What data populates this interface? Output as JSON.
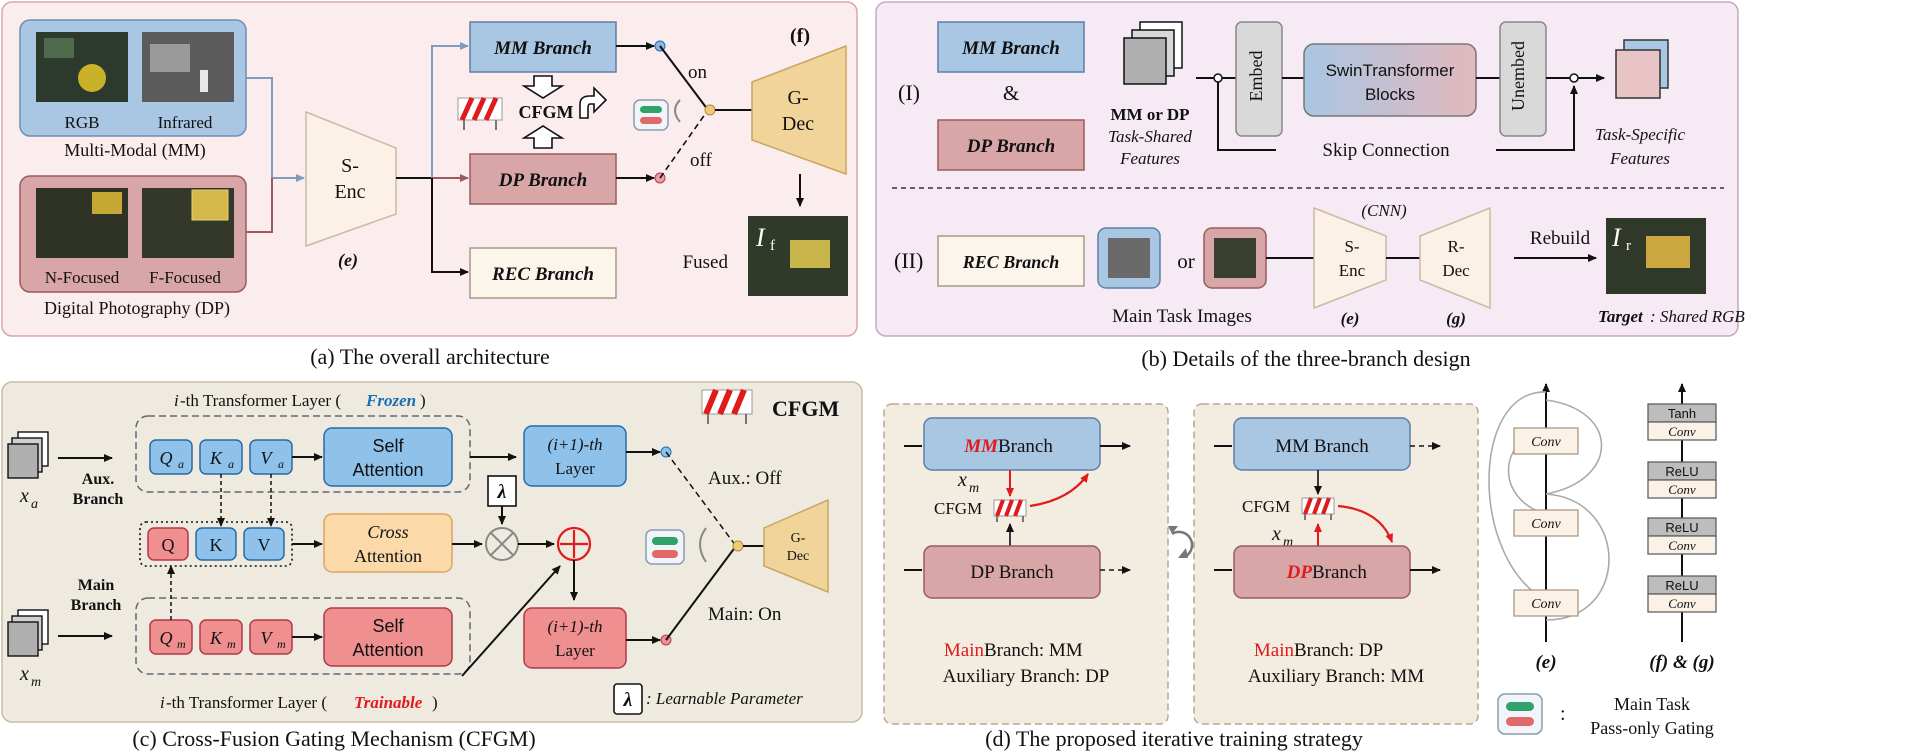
{
  "colors": {
    "mm_blue": "#a9c6e3",
    "dp_pink": "#d9a6a8",
    "panel_pink": "#fbecee",
    "panel_lilac": "#f6eaf5",
    "panel_beige": "#efeae0",
    "gdec_orange": "#f0d49a",
    "rec_cream": "#fbf5ec",
    "red_accent": "#e01b1b",
    "blue_accent": "#1a6fb3"
  },
  "a": {
    "caption": "(a) The overall architecture",
    "rgb": "RGB",
    "infrared": "Infrared",
    "mm_title": "Multi-Modal (MM)",
    "nfocused": "N-Focused",
    "ffocused": "F-Focused",
    "dp_title": "Digital Photography (DP)",
    "senc1": "S-",
    "senc2": "Enc",
    "e_label": "(e)",
    "mm_branch": "MM Branch",
    "dp_branch": "DP Branch",
    "rec_branch": "REC Branch",
    "cfgm": "CFGM",
    "on": "on",
    "off": "off",
    "f_label": "(f)",
    "gdec1": "G-",
    "gdec2": "Dec",
    "fused": "Fused",
    "if": "I",
    "if_sub": "f"
  },
  "b": {
    "caption": "(b) Details of the three-branch design",
    "roman1": "(I)",
    "roman2": "(II)",
    "mm_branch": "MM Branch",
    "amp": "&",
    "dp_branch": "DP Branch",
    "mm_or_dp": "MM or DP",
    "task_shared1": "Task-Shared",
    "task_shared2": "Features",
    "embed": "Embed",
    "swin1": "SwinTransformer",
    "swin2": "Blocks",
    "unembed": "Unembed",
    "skip": "Skip Connection",
    "task_specific1": "Task-Specific",
    "task_specific2": "Features",
    "cnn": "(CNN)",
    "rec_branch": "REC Branch",
    "or": "or",
    "main_task_images": "Main Task Images",
    "senc1": "S-",
    "senc2": "Enc",
    "rdec1": "R-",
    "rdec2": "Dec",
    "e_label": "(e)",
    "g_label": "(g)",
    "rebuild": "Rebuild",
    "ir": "I",
    "ir_sub": "r",
    "target_bold": "Target",
    "target_rest": ": Shared RGB"
  },
  "c": {
    "caption": "(c) Cross-Fusion Gating Mechanism (CFGM)",
    "frozen_pre": "i",
    "frozen_mid": "-th Transformer Layer (",
    "frozen_word": "Frozen",
    "frozen_post": ")",
    "trainable_pre": "i",
    "trainable_mid": "-th Transformer Layer (",
    "trainable_word": "Trainable",
    "trainable_post": ")",
    "cfgm": "CFGM",
    "aux1": "Aux.",
    "aux2": "Branch",
    "main1": "Main",
    "main2": "Branch",
    "xa": "x",
    "xa_sub": "a",
    "xm": "x",
    "xm_sub": "m",
    "qa": "Q",
    "ka": "K",
    "va": "V",
    "a_sub": "a",
    "q": "Q",
    "k": "K",
    "v": "V",
    "qm": "Q",
    "km": "K",
    "vm": "V",
    "m_sub": "m",
    "self1": "Self",
    "self2": "Attention",
    "cross1": "Cross",
    "cross2": "Attention",
    "layer1": "(i+1)-th",
    "layer2": "Layer",
    "lambda": "λ",
    "aux_off": "Aux.: Off",
    "main_on": "Main: On",
    "gdec1": "G-",
    "gdec2": "Dec",
    "lambda_note": ": Learnable Parameter"
  },
  "d": {
    "caption": "(d) The proposed iterative training strategy",
    "left_top_bold": "MM",
    "left_top_rest": " Branch",
    "left_bottom": "DP Branch",
    "cfgm": "CFGM",
    "xm": "x",
    "xm_sub": "m",
    "left_main_red": "Main",
    "left_main_rest": " Branch: MM",
    "left_aux": "Auxiliary Branch: DP",
    "right_top": "MM Branch",
    "right_bottom_bold": "DP",
    "right_bottom_rest": " Branch",
    "right_main_red": "Main",
    "right_main_rest": " Branch: DP",
    "right_aux": "Auxiliary Branch: MM"
  },
  "e": {
    "conv": "Conv",
    "label": "(e)"
  },
  "fg": {
    "tanh": "Tanh",
    "relu": "ReLU",
    "conv": "Conv",
    "label": "(f) & (g)"
  },
  "legend": {
    "colon": ":",
    "line1": "Main Task",
    "line2": "Pass-only Gating"
  }
}
